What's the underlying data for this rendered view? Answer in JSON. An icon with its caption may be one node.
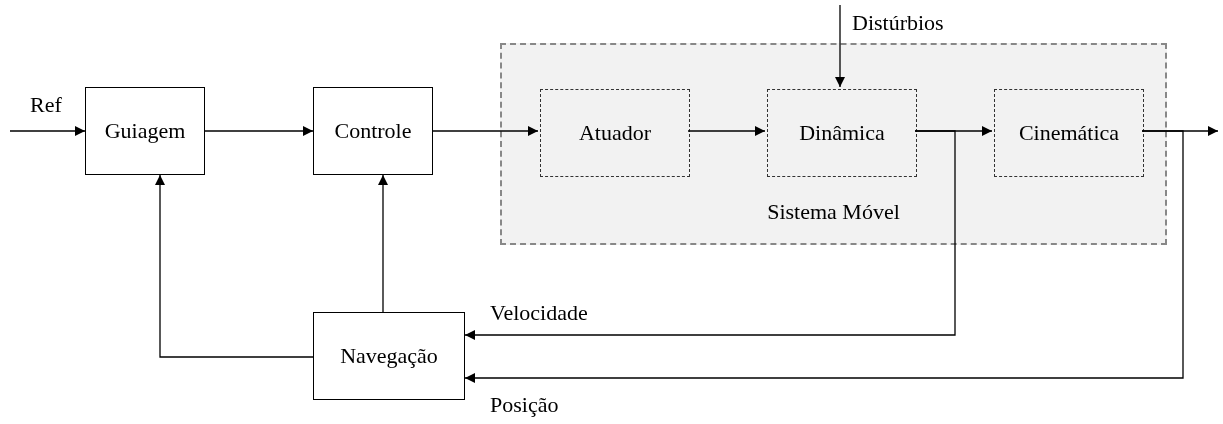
{
  "diagram": {
    "nodes": [
      {
        "text": [
          "Guiagem"
        ]
      },
      {
        "text": [
          "Controle"
        ]
      },
      {
        "text": [
          "Sistema Móvel"
        ]
      },
      {
        "text": [
          "Atuador"
        ],
        "in": 2
      },
      {
        "text": [
          "Dinâmica"
        ],
        "in": 2
      },
      {
        "text": [
          "Cinemática"
        ],
        "in": 2
      },
      {
        "text": [
          "Navegação"
        ]
      }
    ],
    "edges": [
      {
        "from": null,
        "to": 0,
        "arrow": "to",
        "label": "Ref"
      },
      {
        "from": 0,
        "to": 1,
        "arrow": "to"
      },
      {
        "from": 1,
        "to": 3,
        "arrow": "to"
      },
      {
        "from": 3,
        "to": 4,
        "arrow": "to"
      },
      {
        "from": null,
        "to": 4,
        "arrow": "to",
        "label": "Distúrbios"
      },
      {
        "from": 4,
        "to": 5,
        "arrow": "to"
      },
      {
        "from": 5,
        "to": null,
        "arrow": "to"
      },
      {
        "from": 4,
        "to": 6,
        "arrow": "to",
        "label": "Velocidade"
      },
      {
        "from": 5,
        "to": 6,
        "arrow": "to",
        "label": "Posição"
      },
      {
        "from": 6,
        "to": 0,
        "arrow": "to"
      },
      {
        "from": 6,
        "to": 1,
        "arrow": "to"
      }
    ]
  }
}
